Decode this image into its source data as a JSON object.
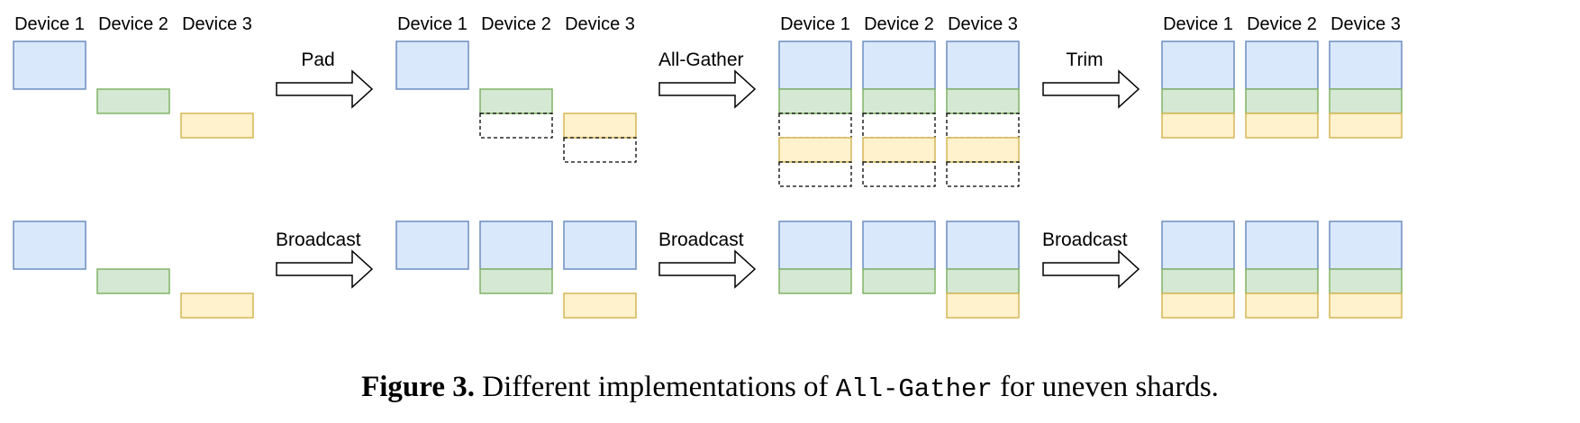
{
  "colors": {
    "blue_fill": "#dae8fc",
    "blue_stroke": "#6c8ebf",
    "green_fill": "#d5e8d4",
    "green_stroke": "#82b366",
    "yellow_fill": "#fff2cc",
    "yellow_stroke": "#d6b656",
    "pad_stroke": "#000000"
  },
  "device_labels": [
    "Device 1",
    "Device 2",
    "Device 3"
  ],
  "rows": [
    {
      "name": "padding",
      "operations": [
        "Pad",
        "All-Gather",
        "Trim"
      ],
      "stages": [
        [
          [
            "blue"
          ],
          [
            "",
            "green"
          ],
          [
            "",
            "",
            "yellow"
          ]
        ],
        [
          [
            "blue"
          ],
          [
            "",
            "green",
            "pad"
          ],
          [
            "",
            "",
            "yellow",
            "pad"
          ]
        ],
        [
          [
            "blue",
            "green",
            "pad",
            "yellow",
            "pad"
          ],
          [
            "blue",
            "green",
            "pad",
            "yellow",
            "pad"
          ],
          [
            "blue",
            "green",
            "pad",
            "yellow",
            "pad"
          ]
        ],
        [
          [
            "blue",
            "green",
            "yellow"
          ],
          [
            "blue",
            "green",
            "yellow"
          ],
          [
            "blue",
            "green",
            "yellow"
          ]
        ]
      ]
    },
    {
      "name": "broadcast",
      "operations": [
        "Broadcast",
        "Broadcast",
        "Broadcast"
      ],
      "stages": [
        [
          [
            "blue"
          ],
          [
            "",
            "green"
          ],
          [
            "",
            "",
            "yellow"
          ]
        ],
        [
          [
            "blue"
          ],
          [
            "blue",
            "green"
          ],
          [
            "blue",
            "",
            "yellow"
          ]
        ],
        [
          [
            "blue",
            "green"
          ],
          [
            "blue",
            "green"
          ],
          [
            "blue",
            "green",
            "yellow"
          ]
        ],
        [
          [
            "blue",
            "green",
            "yellow"
          ],
          [
            "blue",
            "green",
            "yellow"
          ],
          [
            "blue",
            "green",
            "yellow"
          ]
        ]
      ]
    }
  ],
  "caption": {
    "figure_label": "Figure 3.",
    "text_before": "Different implementations of",
    "code": "All-Gather",
    "text_after": "for uneven shards."
  }
}
